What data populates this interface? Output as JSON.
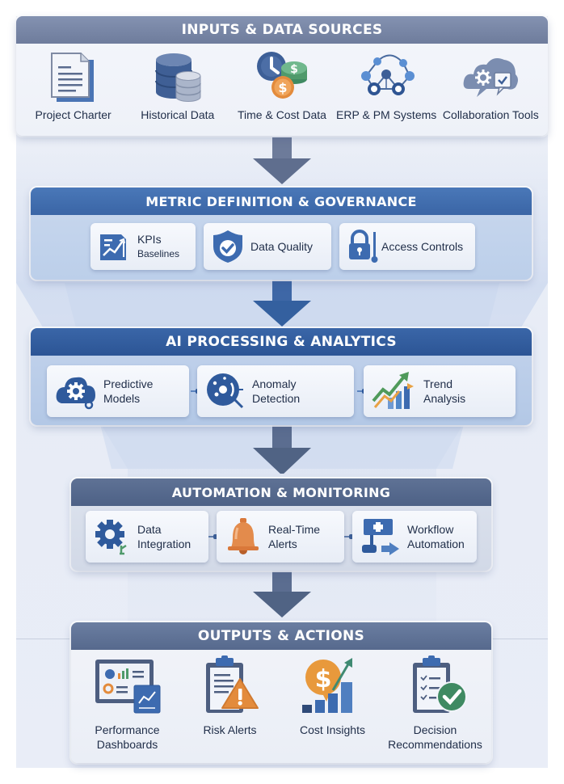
{
  "diagram": {
    "stages": [
      {
        "title": "INPUTS & DATA SOURCES",
        "items": [
          {
            "label": "Project Charter",
            "icon": "document-icon"
          },
          {
            "label": "Historical Data",
            "icon": "database-icon"
          },
          {
            "label": "Time & Cost Data",
            "icon": "clock-coins-icon"
          },
          {
            "label": "ERP & PM Systems",
            "icon": "network-icon"
          },
          {
            "label": "Collaboration Tools",
            "icon": "cloud-chat-icon"
          }
        ]
      },
      {
        "title": "METRIC DEFINITION & GOVERNANCE",
        "items": [
          {
            "label": "KPIs",
            "sublabel": "Baselines",
            "icon": "kpi-chart-icon"
          },
          {
            "label": "Data Quality",
            "icon": "shield-check-icon"
          },
          {
            "label": "Access Controls",
            "icon": "padlock-icon"
          }
        ]
      },
      {
        "title": "AI PROCESSING & ANALYTICS",
        "items": [
          {
            "label_line1": "Predictive",
            "label_line2": "Models",
            "icon": "cloud-gear-icon"
          },
          {
            "label_line1": "Anomaly",
            "label_line2": "Detection",
            "icon": "anomaly-scan-icon"
          },
          {
            "label_line1": "Trend",
            "label_line2": "Analysis",
            "icon": "trend-chart-icon"
          }
        ]
      },
      {
        "title": "AUTOMATION & MONITORING",
        "items": [
          {
            "label_line1": "Data",
            "label_line2": "Integration",
            "icon": "gear-icon"
          },
          {
            "label_line1": "Real-Time",
            "label_line2": "Alerts",
            "icon": "bell-icon"
          },
          {
            "label_line1": "Workflow",
            "label_line2": "Automation",
            "icon": "workflow-icon"
          }
        ]
      },
      {
        "title": "OUTPUTS & ACTIONS",
        "items": [
          {
            "label_line1": "Performance",
            "label_line2": "Dashboards",
            "icon": "dashboard-icon"
          },
          {
            "label_line1": "Risk Alerts",
            "label_line2": "",
            "icon": "clipboard-warning-icon"
          },
          {
            "label_line1": "Cost Insights",
            "label_line2": "",
            "icon": "dollar-growth-icon"
          },
          {
            "label_line1": "Decision",
            "label_line2": "Recommendations",
            "icon": "clipboard-check-icon"
          }
        ]
      }
    ],
    "colors": {
      "primary_blue": "#3a65a6",
      "slate": "#6e7c9c",
      "orange": "#e38b3c",
      "green": "#4f9a6b",
      "text": "#1f2d48"
    }
  }
}
